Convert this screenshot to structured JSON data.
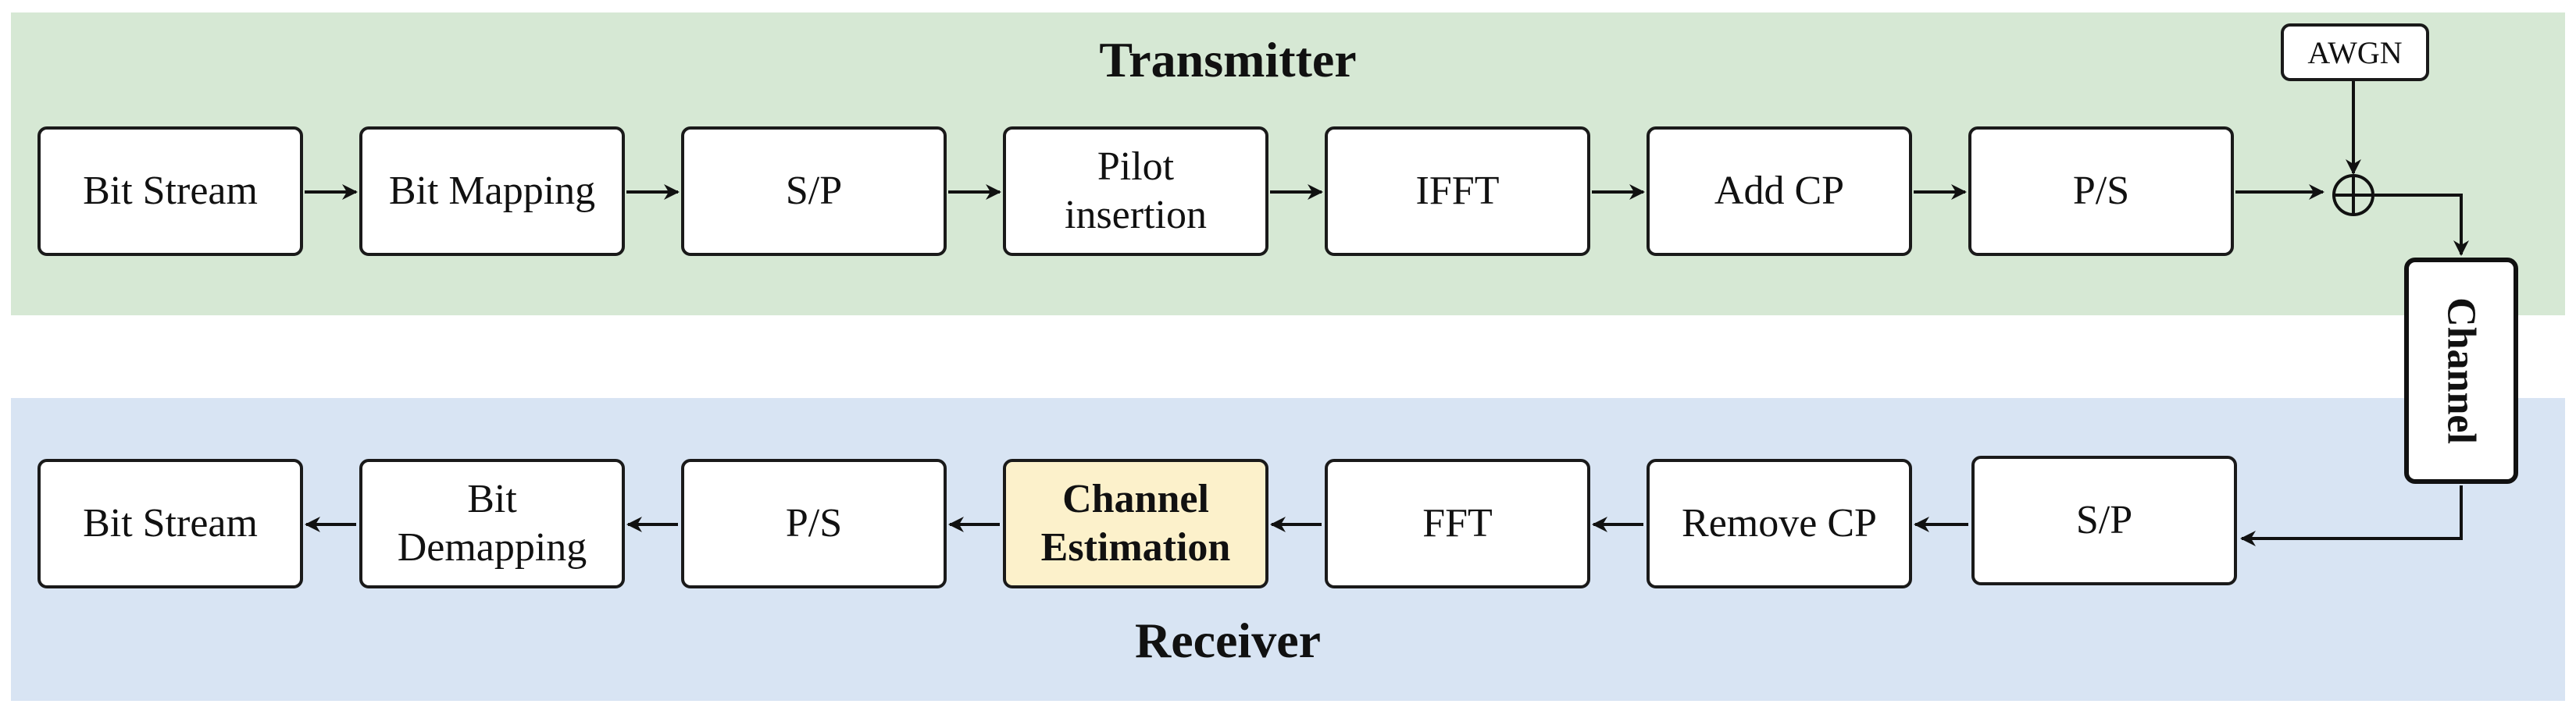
{
  "transmitter": {
    "title": "Transmitter",
    "blocks": [
      "Bit  Stream",
      "Bit Mapping",
      "S/P",
      "Pilot\ninsertion",
      "IFFT",
      "Add CP",
      "P/S"
    ]
  },
  "receiver": {
    "title": "Receiver",
    "blocks": [
      "Bit  Stream",
      "Bit\nDemapping",
      "P/S",
      "Channel\nEstimation",
      "FFT",
      "Remove CP",
      "S/P"
    ]
  },
  "noise": {
    "label": "AWGN"
  },
  "channel": {
    "label": "Channel"
  },
  "colors": {
    "transmitter_bg": "#d6e8d4",
    "receiver_bg": "#d8e4f3",
    "highlight_block": "#fcf1cb"
  }
}
